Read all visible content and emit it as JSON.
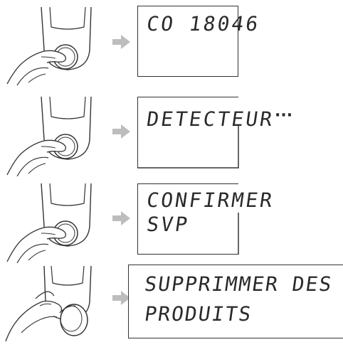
{
  "steps": [
    {
      "display_lines": [
        "CO 18046"
      ],
      "display_suffix": "",
      "action": "press-button"
    },
    {
      "display_lines": [
        "DETECTEUR"
      ],
      "display_suffix": "···",
      "action": "press-button"
    },
    {
      "display_lines": [
        "CONFIRMER",
        "SVP"
      ],
      "display_suffix": "",
      "action": "press-button"
    },
    {
      "display_lines": [
        "SUPPRIMMER DES",
        "PRODUITS"
      ],
      "display_suffix": "",
      "action": "turn-knob"
    }
  ],
  "colors": {
    "line": "#333333",
    "arrow": "#bdbdbd",
    "text": "#2a2a2a"
  }
}
